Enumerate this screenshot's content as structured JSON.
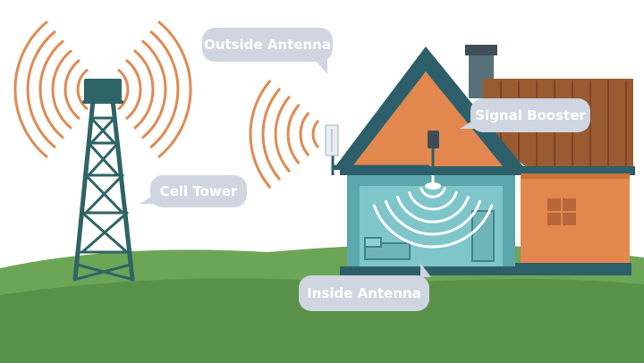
{
  "labels": {
    "outside_antenna": "Outside Antenna",
    "cell_tower": "Cell Tower",
    "signal_booster": "Signal Booster",
    "inside_antenna": "Inside Antenna"
  },
  "colors": {
    "signal_wave": "#e08a52",
    "tower": "#2f6466",
    "label_bubble": "#cfd6e2",
    "ground": "#5f9a4f",
    "roof": "#2c5f6a",
    "wall_orange": "#e2884f",
    "interior": "#7ec6c9",
    "annex_roof": "#9a5a32"
  }
}
